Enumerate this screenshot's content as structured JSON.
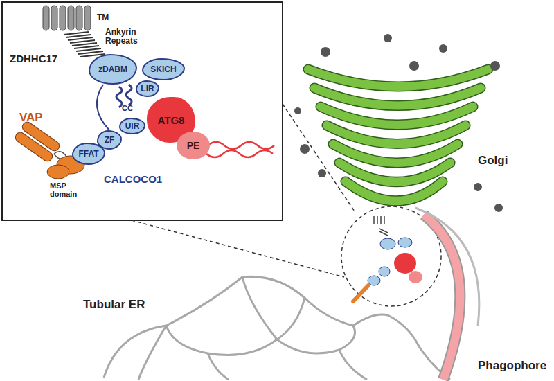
{
  "diagram": {
    "nodes": [
      {
        "text": [
          "zDABM"
        ]
      },
      {
        "text": [
          "SKICH"
        ]
      },
      {
        "text": [
          "LIR"
        ]
      },
      {
        "text": [
          "ATG8"
        ]
      },
      {
        "text": [
          "PE"
        ]
      },
      {
        "text": [
          "UIR"
        ]
      },
      {
        "text": [
          "ZF"
        ]
      },
      {
        "text": [
          "FFAT"
        ]
      }
    ],
    "edges": [
      {
        "from": 0,
        "to": 6,
        "arrow": "none"
      }
    ],
    "labels": [
      "ZDHHC17",
      "TM",
      "Ankyrin Repeats",
      "CC",
      "VAP",
      "MSP domain",
      "CALCOCO1",
      "Golgi",
      "Tubular ER",
      "Phagophore"
    ]
  }
}
